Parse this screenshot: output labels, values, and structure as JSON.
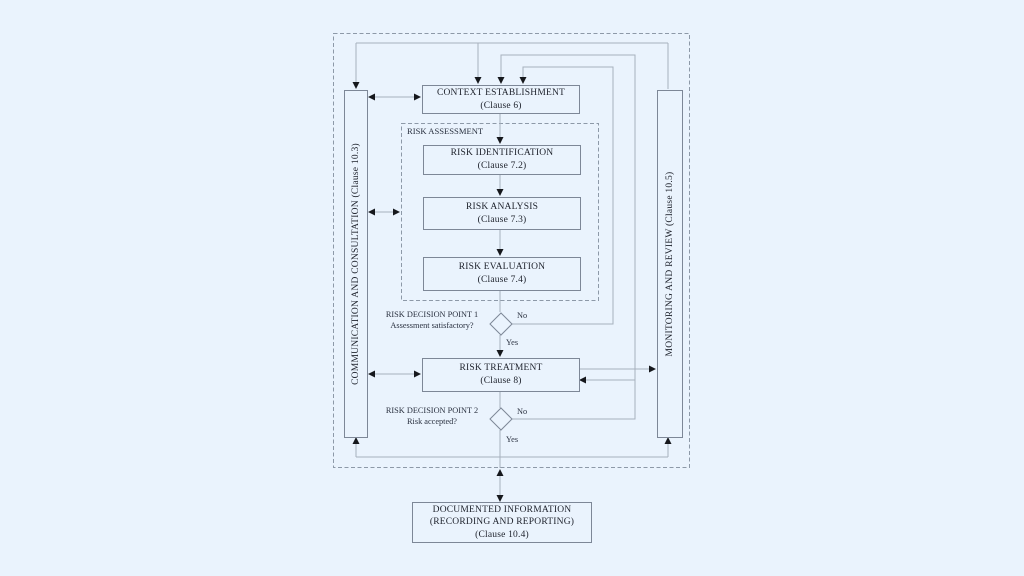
{
  "colors": {
    "background": "#eaf3fd",
    "box_border": "#7d8797",
    "connector_line": "#a7b0bd",
    "dashed_frame": "#8d99a8",
    "arrowhead": "#16181d",
    "text": "#20242e"
  },
  "bars": {
    "communication": {
      "label": "COMMUNICATION AND CONSULTATION (Clause 10.3)"
    },
    "monitoring": {
      "label": "MONITORING AND REVIEW (Clause 10.5)"
    }
  },
  "nodes": {
    "context": {
      "title": "CONTEXT ESTABLISHMENT",
      "clause": "(Clause 6)"
    },
    "risk_assessment_group": {
      "label": "RISK ASSESSMENT"
    },
    "risk_identification": {
      "title": "RISK IDENTIFICATION",
      "clause": "(Clause 7.2)"
    },
    "risk_analysis": {
      "title": "RISK ANALYSIS",
      "clause": "(Clause 7.3)"
    },
    "risk_evaluation": {
      "title": "RISK EVALUATION",
      "clause": "(Clause 7.4)"
    },
    "risk_treatment": {
      "title": "RISK TREATMENT",
      "clause": "(Clause 8)"
    },
    "documented_information": {
      "line1": "DOCUMENTED INFORMATION",
      "line2": "(RECORDING AND REPORTING)",
      "line3": "(Clause 10.4)"
    }
  },
  "decisions": {
    "point1": {
      "name": "RISK DECISION POINT 1",
      "question": "Assessment satisfactory?",
      "no_label": "No",
      "yes_label": "Yes"
    },
    "point2": {
      "name": "RISK DECISION POINT 2",
      "question": "Risk accepted?",
      "no_label": "No",
      "yes_label": "Yes"
    }
  }
}
